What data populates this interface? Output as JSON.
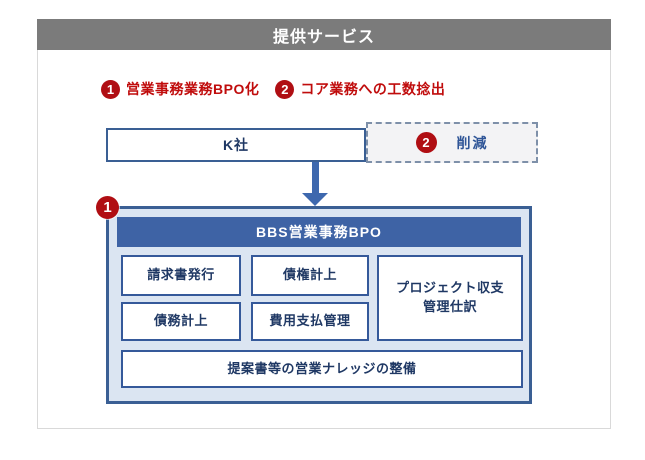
{
  "panel": {
    "title": "提供サービス"
  },
  "legend": {
    "items": [
      {
        "num": "1",
        "label": "営業事務業務BPO化"
      },
      {
        "num": "2",
        "label": "コア業務への工数捻出"
      }
    ]
  },
  "flow": {
    "source_label": "K社",
    "reduction": {
      "num": "2",
      "label": "削減"
    },
    "bpo": {
      "badge_num": "1",
      "header": "BBS営業事務BPO",
      "tasks": [
        "請求書発行",
        "債権計上",
        "債務計上",
        "費用支払管理"
      ],
      "task_project": "プロジェクト収支\n管理仕訳",
      "task_knowledge": "提案書等の営業ナレッジの整備"
    }
  },
  "colors": {
    "header_gray": "#7b7b7b",
    "badge_red": "#b00e13",
    "legend_text_red": "#c00c0c",
    "box_border_blue": "#3a5f94",
    "task_border_blue": "#35599a",
    "bpo_bg_light_blue": "#dbe5f2",
    "bpo_header_blue": "#3e63a5",
    "text_navy": "#1f3864",
    "reduction_text_blue": "#2f5597",
    "arrow_blue": "#3e68ae",
    "dashed_border_gray": "#7e90a9"
  }
}
